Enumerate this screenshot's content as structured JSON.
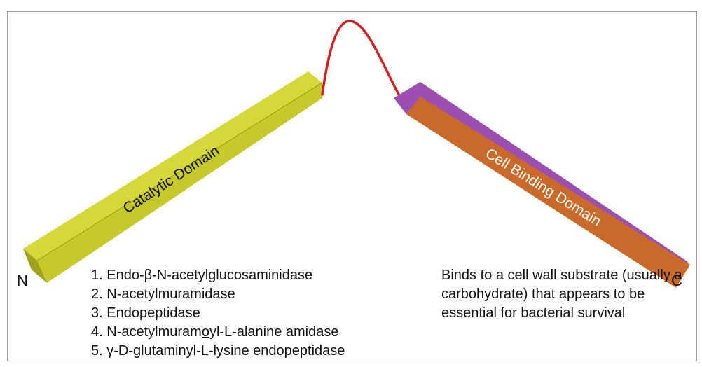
{
  "diagram": {
    "colors": {
      "catalytic_face": "#c6c92a",
      "catalytic_top": "#d5d83a",
      "catalytic_dark": "#9fa21b",
      "binding_face": "#c96a2a",
      "binding_top": "#9b4fb0",
      "linker": "#d42020",
      "frame": "#9e9e9e"
    },
    "labels": {
      "catalytic_domain": "Catalytic Domain",
      "cell_binding_domain": "Cell Binding Domain",
      "n_terminus": "N",
      "c_terminus": "C"
    },
    "catalytic_activities": [
      {
        "number": "1.",
        "text": "Endo-β-N-acetylglucosaminidase"
      },
      {
        "number": "2.",
        "text": "N-acetylmuramidase"
      },
      {
        "number": "3.",
        "text": "Endopeptidase"
      },
      {
        "number": "4.",
        "text_before": "N-acetylmuram",
        "text_underlined": "o",
        "text_after": "yl-L-alanine amidase"
      },
      {
        "number": "5.",
        "text": "γ-D-glutaminyl-L-lysine endopeptidase"
      }
    ],
    "cell_binding_description": "Binds to a cell wall substrate (usually a carbohydrate) that appears to be essential for bacterial survival"
  }
}
